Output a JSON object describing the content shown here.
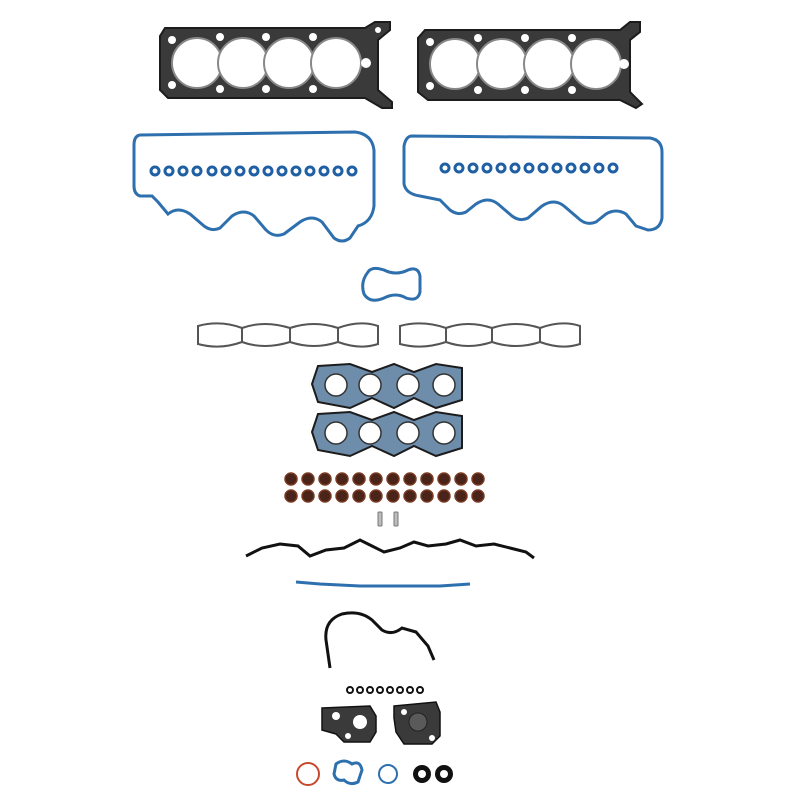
{
  "colors": {
    "background": "#ffffff",
    "steel": "#3a3a3a",
    "steel_dark": "#1c1c1c",
    "blue_gasket": "#2e6fae",
    "blue_seal": "#1f5fa3",
    "gray_outline": "#555555",
    "valve_seal": "#4a2418",
    "valve_seal_ring": "#7a3a22",
    "black_seal": "#111111",
    "red_oring": "#c8492c",
    "composite_fill": "#6d8dab"
  },
  "parts": {
    "head_gaskets": 2,
    "valve_cover_gaskets": 2,
    "spark_plug_tube_seals_per_cover": 12,
    "intake_gaskets": 2,
    "exhaust_manifold_gaskets": 2,
    "valve_stem_seals": 24,
    "dowel_pins": 2,
    "small_orings": 8,
    "water_outlet_gaskets": 2
  }
}
